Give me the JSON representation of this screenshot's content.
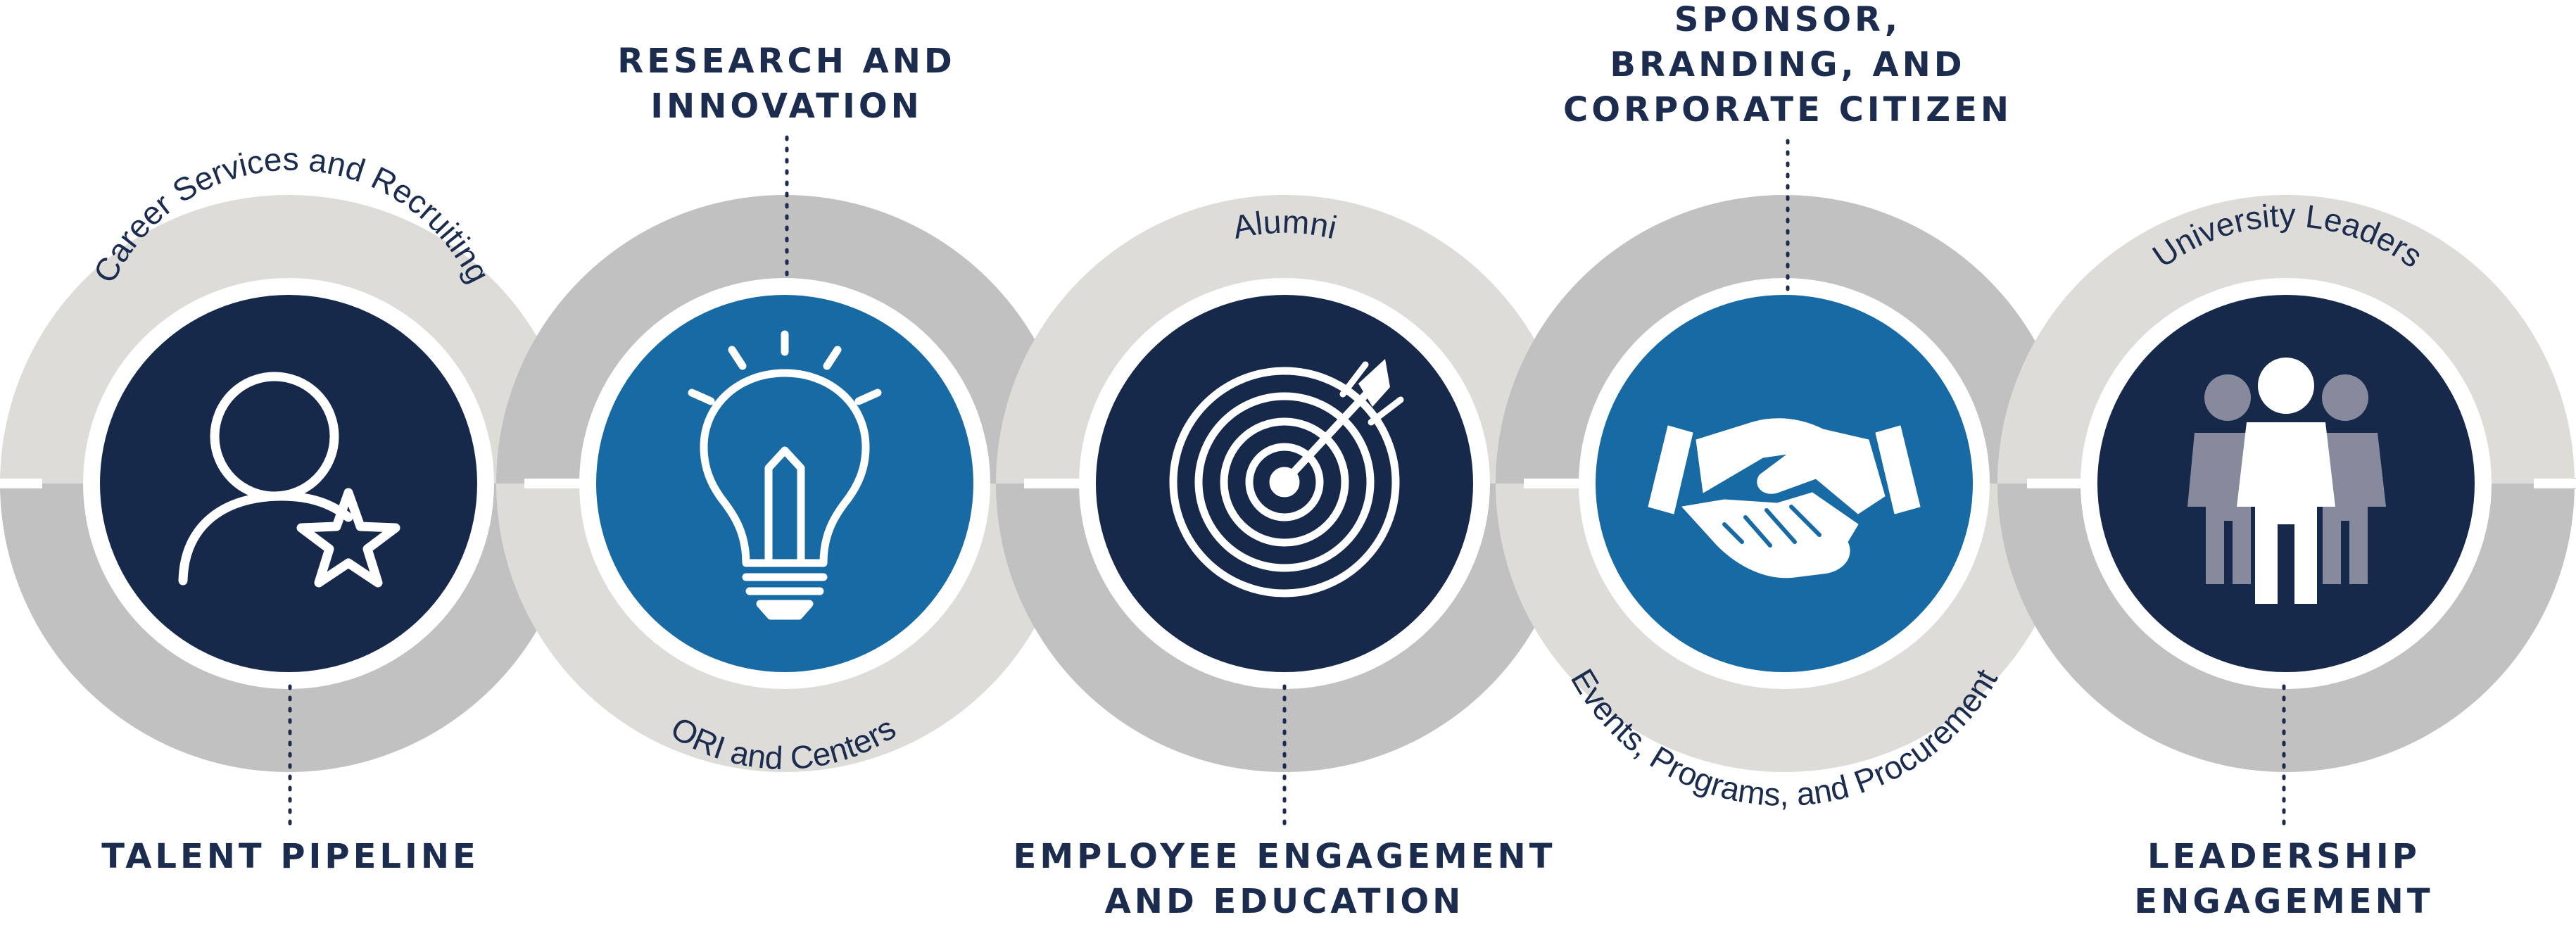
{
  "colors": {
    "navy": "#17294a",
    "blue": "#176aa3",
    "ring_light": "#dddcd9",
    "ring_dark": "#c2c1c1",
    "text": "#1b2c4f",
    "icon_gray": "#868a9c"
  },
  "stages": [
    {
      "arc_label": "Career Services and Recruiting",
      "heading": [
        "TALENT PIPELINE"
      ],
      "heading_position": "bottom",
      "icon": "person-star-icon"
    },
    {
      "arc_label": "ORI and Centers",
      "heading": [
        "RESEARCH AND",
        "INNOVATION"
      ],
      "heading_position": "top",
      "icon": "lightbulb-icon"
    },
    {
      "arc_label": "Alumni",
      "heading": [
        "EMPLOYEE ENGAGEMENT",
        "AND EDUCATION"
      ],
      "heading_position": "bottom",
      "icon": "target-arrow-icon"
    },
    {
      "arc_label": "Events, Programs, and Procurement",
      "heading": [
        "SPONSOR,",
        "BRANDING, AND",
        "CORPORATE CITIZEN"
      ],
      "heading_position": "top",
      "icon": "handshake-icon"
    },
    {
      "arc_label": "University Leaders",
      "heading": [
        "LEADERSHIP",
        "ENGAGEMENT"
      ],
      "heading_position": "bottom",
      "icon": "group-people-icon"
    }
  ]
}
